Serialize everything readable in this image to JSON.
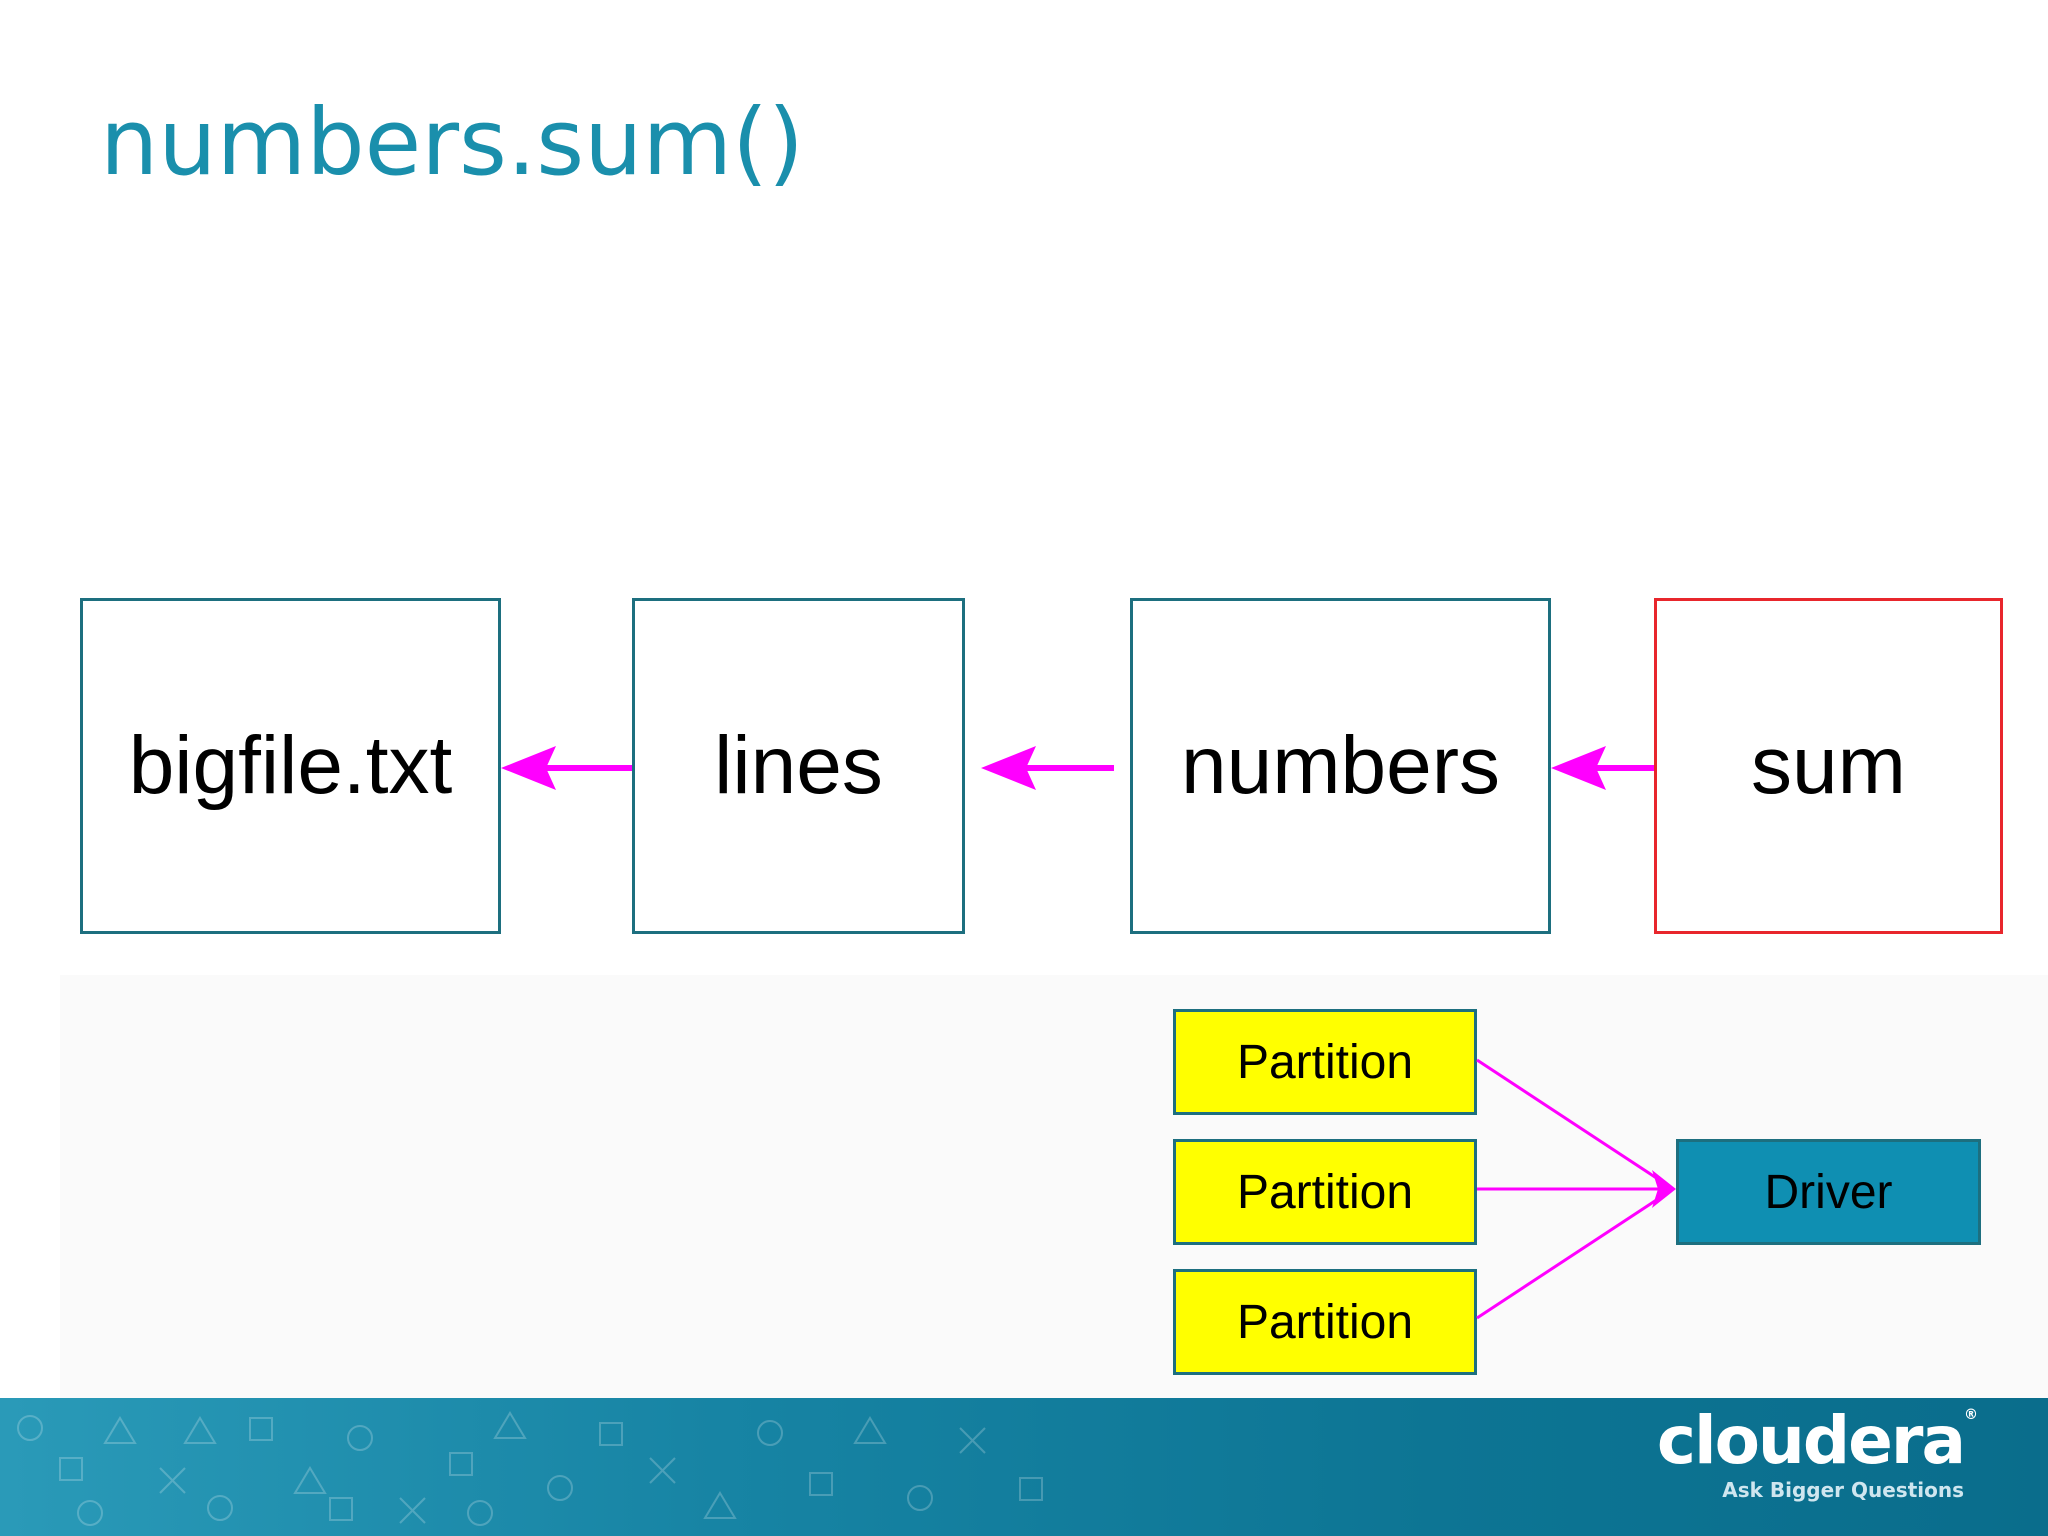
{
  "slide": {
    "title": "numbers.sum()"
  },
  "pipeline": {
    "stages": [
      {
        "id": "bigfile",
        "label": "bigfile.txt"
      },
      {
        "id": "lines",
        "label": "lines"
      },
      {
        "id": "numbers",
        "label": "numbers"
      },
      {
        "id": "sum",
        "label": "sum",
        "highlighted": true
      }
    ],
    "edges": [
      {
        "from": "lines",
        "to": "bigfile"
      },
      {
        "from": "numbers",
        "to": "lines"
      },
      {
        "from": "sum",
        "to": "numbers"
      }
    ]
  },
  "aggregation": {
    "partitions": [
      {
        "label": "Partition"
      },
      {
        "label": "Partition"
      },
      {
        "label": "Partition"
      }
    ],
    "driver": {
      "label": "Driver"
    },
    "edges": [
      {
        "from": "partition-0",
        "to": "driver"
      },
      {
        "from": "partition-1",
        "to": "driver"
      },
      {
        "from": "partition-2",
        "to": "driver"
      }
    ]
  },
  "colors": {
    "title": "#1a8fac",
    "box_border": "#1d6f7f",
    "highlight_border": "#e8262c",
    "arrow": "#ff00ff",
    "partition_fill": "#ffff00",
    "driver_fill": "#0f8fb2"
  },
  "footer": {
    "logo_text": "cloudera",
    "logo_mark": "®",
    "tagline": "Ask Bigger Questions"
  }
}
